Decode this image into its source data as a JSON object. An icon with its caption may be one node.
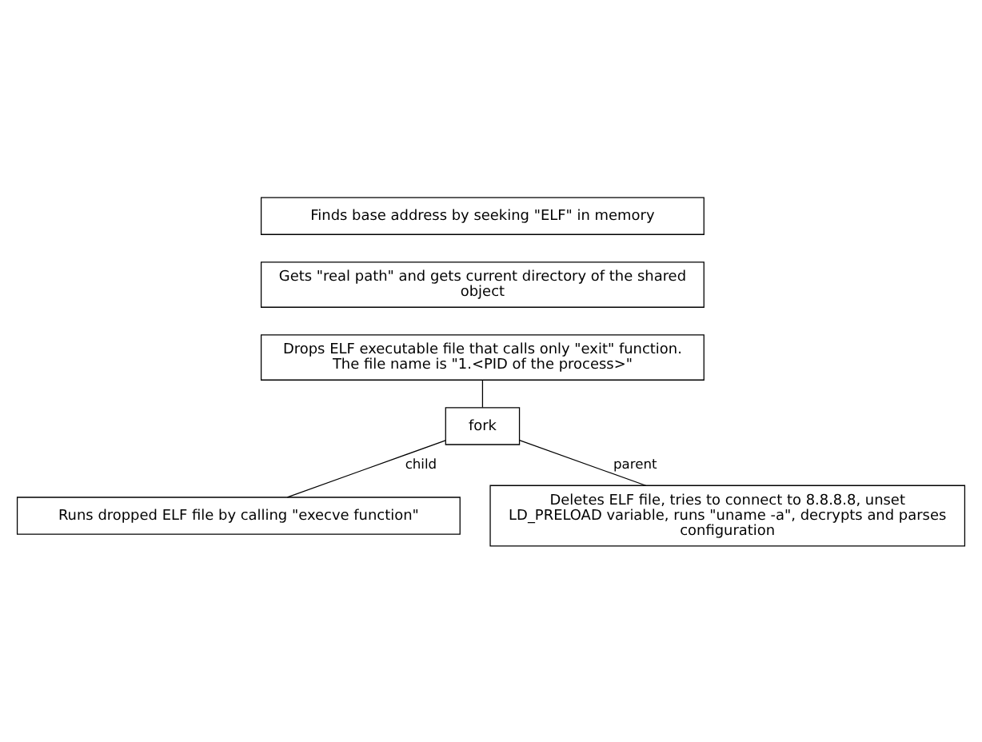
{
  "diagram": {
    "nodes": [
      {
        "text": [
          "Finds base address by seeking \"ELF\" in memory"
        ]
      },
      {
        "text": [
          "Gets \"real path\" and gets current directory of the shared object"
        ]
      },
      {
        "text": [
          "Drops ELF executable file that calls only \"exit\" function. The file name is \"1.<PID of the process>\""
        ]
      },
      {
        "text": [
          "fork"
        ]
      },
      {
        "text": [
          "Runs dropped ELF file by calling \"execve function\""
        ]
      },
      {
        "text": [
          "Deletes ELF file, tries to connect to 8.8.8.8, unset LD_PRELOAD variable, runs \"uname -a\", decrypts and parses configuration"
        ]
      }
    ],
    "edges": [
      {
        "from": 2,
        "to": 3,
        "arrow": "none"
      },
      {
        "from": 3,
        "to": 4,
        "label": "child",
        "arrow": "none"
      },
      {
        "from": 3,
        "to": 5,
        "label": "parent",
        "arrow": "none"
      }
    ]
  }
}
